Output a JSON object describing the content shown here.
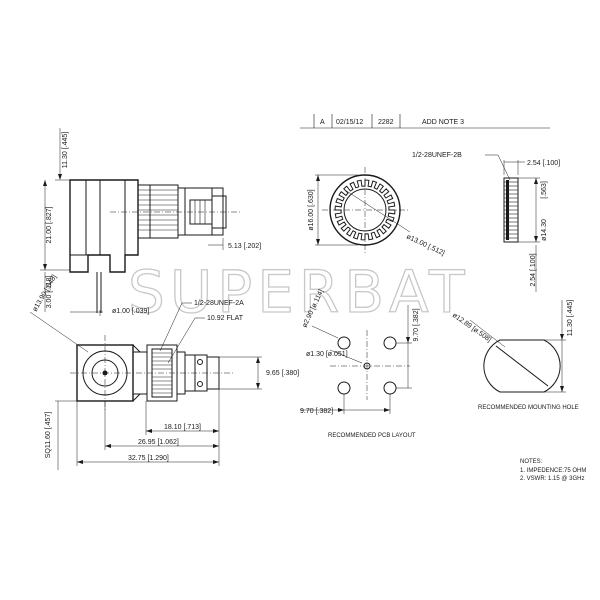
{
  "revision": {
    "rev": "A",
    "date": "02/15/12",
    "eco": "2282",
    "desc": "ADD NOTE 3"
  },
  "watermark": "SUPERBAT",
  "side_view": {
    "dim_top": "11.30 [.445]",
    "dim_height": "21.00 [.827]",
    "dim_pin_len": "3.00 [.118]",
    "dim_pin_dia": "ø1.00 [.039]",
    "dim_tip": "5.13 [.202]"
  },
  "top_view": {
    "dim_body": "ø13.90 [.548]",
    "thread": "1/2-28UNEF-2A",
    "flat": "10.92 FLAT",
    "dim_9_65": "9.65 [.380]",
    "dim_18_10": "18.10 [.713]",
    "dim_26_95": "26.95 [1.062]",
    "dim_32_75": "32.75 [1.290]",
    "dim_sq": "SQ11.60 [.457]"
  },
  "nut_view": {
    "thread": "1/2-28UNEF-2B",
    "dim_16_00": "ø16.00 [.630]",
    "dim_13_00": "ø13.00 [.512]",
    "dim_2_54_top": "2.54 [.100]",
    "dim_563": "[.563]",
    "dim_14_30": "ø14.30",
    "dim_2_54_side": "2.54 [.100]"
  },
  "pcb_layout": {
    "dim_2_90": "ø2.90 [ø.114]",
    "dim_1_30": "ø1.30 [ø.051]",
    "dim_9_70_v": "9.70 [.382]",
    "dim_9_70_h": "9.70 [.382]",
    "label": "RECOMMENDED PCB LAYOUT"
  },
  "mounting_hole": {
    "dim_12_89": "ø12.89 [ø.508]",
    "dim_11_30": "11.30 [.445]",
    "label": "RECOMMENDED MOUNTING HOLE"
  },
  "notes": {
    "title": "NOTES:",
    "items": [
      "1. IMPEDENCE:75 OHM",
      "2. VSWR: 1.15 @ 3GHz"
    ]
  }
}
